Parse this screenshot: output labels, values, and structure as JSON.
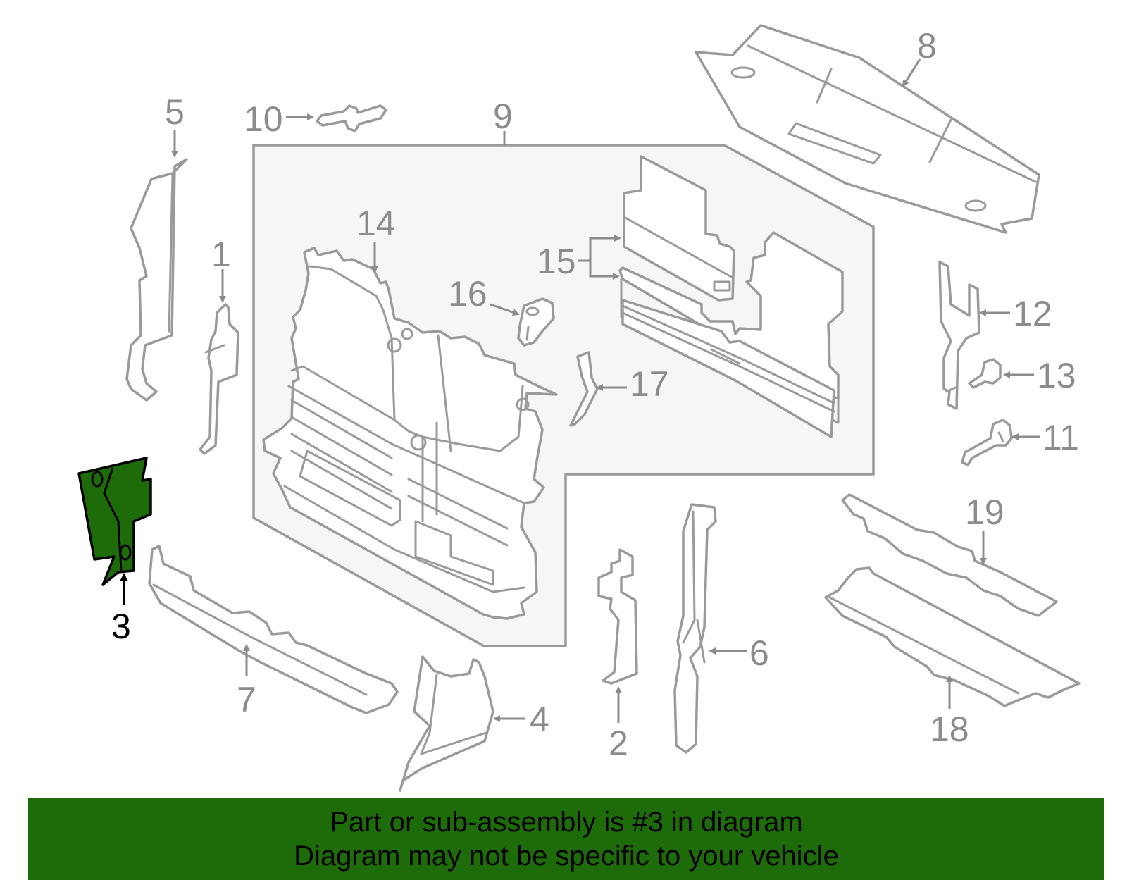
{
  "diagram": {
    "highlight_color": "#1e6b0a",
    "banner_color": "#1e6b0a",
    "line_color": "#9a9a9a",
    "assembly_fill": "#f6f6f6",
    "highlighted_part": "3",
    "callouts": {
      "p1": "1",
      "p2": "2",
      "p3": "3",
      "p4": "4",
      "p5": "5",
      "p6": "6",
      "p7": "7",
      "p8": "8",
      "p9": "9",
      "p10": "10",
      "p11": "11",
      "p12": "12",
      "p13": "13",
      "p14": "14",
      "p15": "15",
      "p16": "16",
      "p17": "17",
      "p18": "18",
      "p19": "19"
    }
  },
  "banner": {
    "line1": "Part or sub-assembly is #3 in diagram",
    "line2": "Diagram may not be specific to your vehicle"
  }
}
